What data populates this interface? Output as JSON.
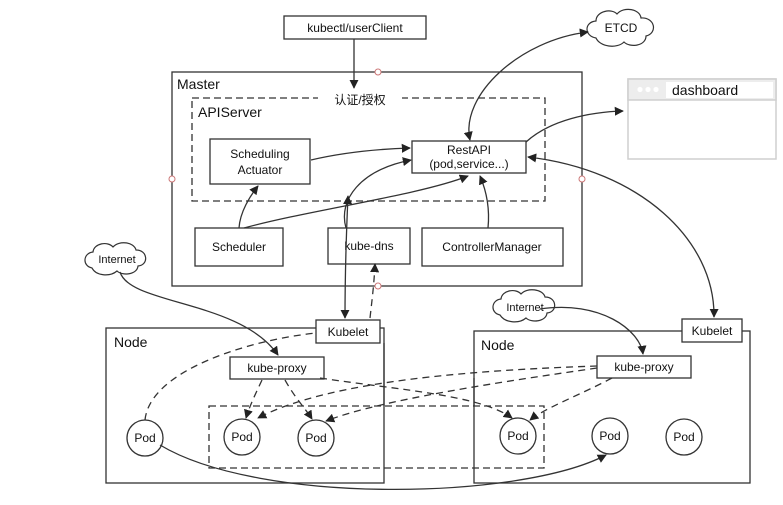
{
  "client": "kubectl/userClient",
  "etcd": "ETCD",
  "dashboard": {
    "title": "dashboard"
  },
  "master": {
    "title": "Master",
    "auth": "认证/授权",
    "apiserver": "APIServer",
    "scheduling_actuator": [
      "Scheduling",
      "Actuator"
    ],
    "restapi": [
      "RestAPI",
      "(pod,service...)"
    ],
    "scheduler": "Scheduler",
    "kube_dns": "kube-dns",
    "controller_manager": "ControllerManager"
  },
  "internet_left": "Internet",
  "internet_right": "Internet",
  "node_left": {
    "title": "Node",
    "kubelet": "Kubelet",
    "kube_proxy": "kube-proxy"
  },
  "node_right": {
    "title": "Node",
    "kubelet": "Kubelet",
    "kube_proxy": "kube-proxy"
  },
  "pods": [
    "Pod",
    "Pod",
    "Pod",
    "Pod",
    "Pod",
    "Pod"
  ]
}
